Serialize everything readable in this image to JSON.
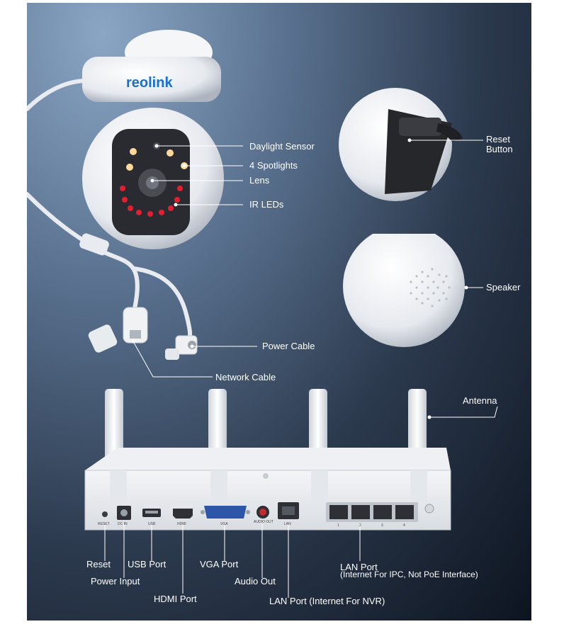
{
  "brand": {
    "logo": "reolink",
    "accent": "#1a6fd0"
  },
  "labels": {
    "daylight_sensor": "Daylight Sensor",
    "spotlights": "4 Spotlights",
    "lens": "Lens",
    "ir_leds": "IR LEDs",
    "reset_button_1": "Reset",
    "reset_button_2": "Button",
    "speaker": "Speaker",
    "power_cable": "Power Cable",
    "network_cable": "Network Cable",
    "antenna": "Antenna",
    "reset": "Reset",
    "power_input": "Power Input",
    "usb_port": "USB Port",
    "hdmi_port": "HDMI Port",
    "vga_port": "VGA Port",
    "audio_out": "Audio Out",
    "lan_port_nvr": "LAN Port (Internet For NVR)",
    "lan_port_ipc_1": "LAN Port",
    "lan_port_ipc_2": "(Internet For IPC, Not PoE Interface)"
  },
  "port_print": {
    "reset": "RESET",
    "dc_in": "DC IN",
    "usb": "USB",
    "hdmi": "HDMI",
    "vga": "VGA",
    "audio": "AUDIO OUT",
    "lan": "LAN",
    "p1": "1",
    "p2": "2",
    "p3": "3",
    "p4": "4"
  }
}
